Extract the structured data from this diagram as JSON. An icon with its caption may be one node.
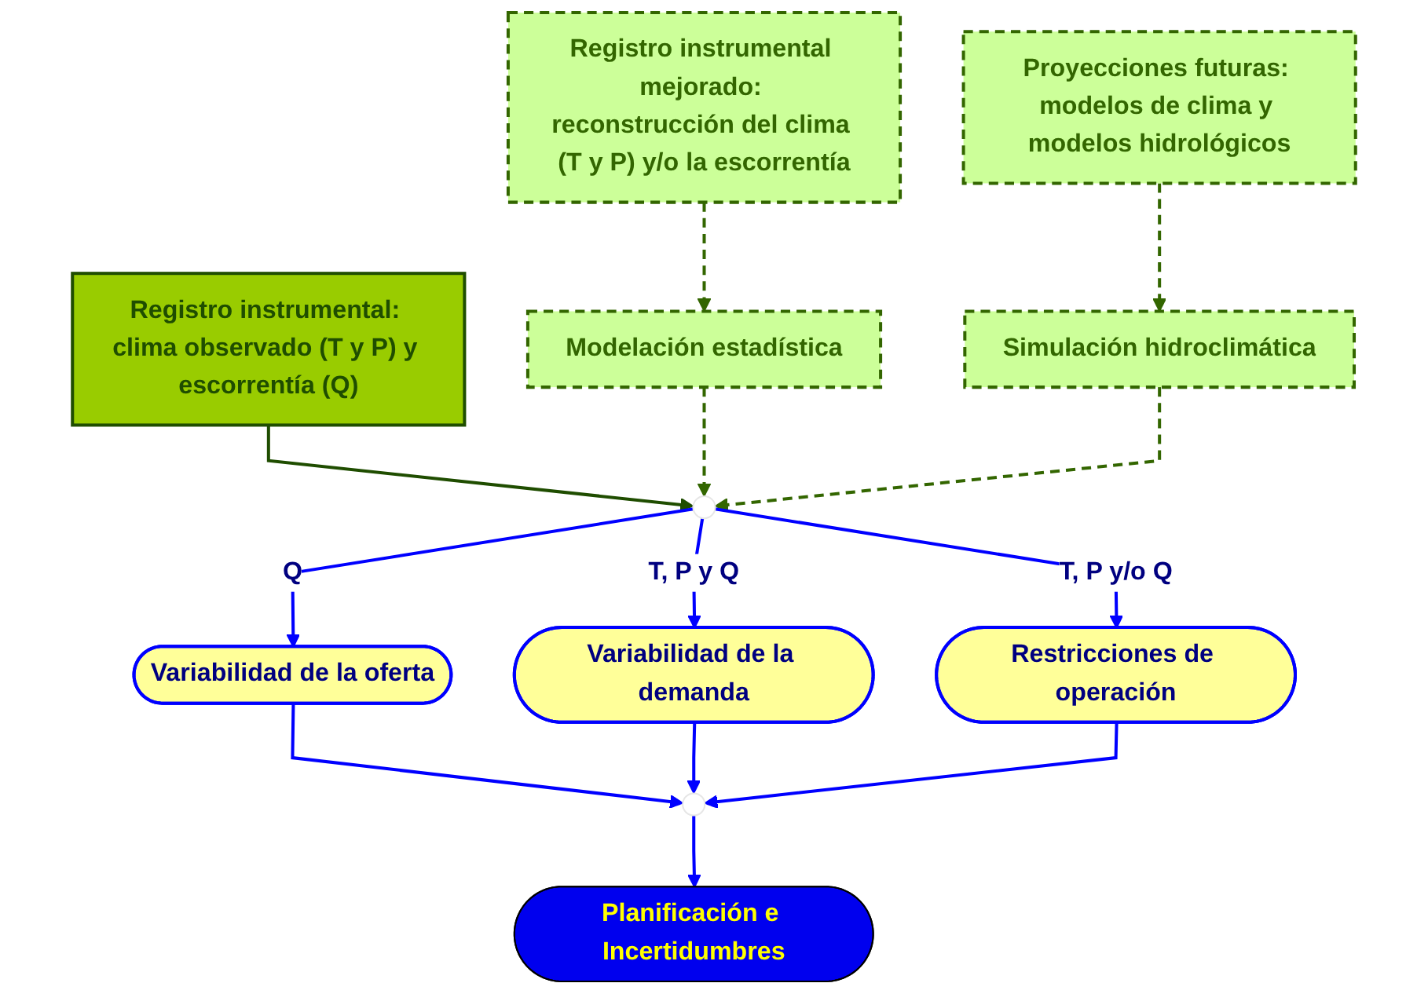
{
  "diagram": {
    "nodes": [
      {
        "text": [
          "Registro instrumental mejorado: reconstrucción del clima (T y P) y/o la escorrentía"
        ]
      },
      {
        "text": [
          "Registro instrumental: clima observado (T y P) y escorrentía (Q)"
        ]
      },
      {
        "text": [
          "Proyecciones futuras: modelos de clima y modelos hidrológicos"
        ]
      },
      {
        "text": [
          "Modelación estadística"
        ]
      },
      {
        "text": [],
        "shape": "circle"
      },
      {
        "text": [
          "Simulación hidroclimática"
        ]
      },
      {
        "text": [
          "Variabilidad de la oferta"
        ]
      },
      {
        "text": [
          "Variabilidad de la demanda"
        ]
      },
      {
        "text": [
          "Restricciones de operación"
        ]
      },
      {
        "text": [],
        "shape": "circle"
      },
      {
        "text": [
          "Planificación e Incertidumbres"
        ]
      }
    ],
    "edges": [
      {
        "from": 0,
        "to": 3,
        "arrow": "to",
        "style": "dashed",
        "color": "#336600"
      },
      {
        "from": 1,
        "to": 4,
        "arrow": "to",
        "color": "#1f4d00"
      },
      {
        "from": 2,
        "to": 5,
        "arrow": "to",
        "style": "dashed",
        "color": "#336600"
      },
      {
        "from": 3,
        "to": 4,
        "arrow": "to",
        "style": "dashed",
        "color": "#336600"
      },
      {
        "from": 5,
        "to": 4,
        "arrow": "to",
        "style": "dashed",
        "color": "#336600"
      },
      {
        "from": 4,
        "to": 6,
        "arrow": "to",
        "label": "Q"
      },
      {
        "from": 4,
        "to": 7,
        "arrow": "to",
        "label": "T, P y Q"
      },
      {
        "from": 4,
        "to": 8,
        "arrow": "to",
        "label": "T, P y/o Q"
      },
      {
        "from": 6,
        "to": 9,
        "arrow": "to"
      },
      {
        "from": 7,
        "to": 9,
        "arrow": "to"
      },
      {
        "from": 8,
        "to": 9,
        "arrow": "to"
      },
      {
        "from": 9,
        "to": 10,
        "arrow": "to"
      }
    ]
  }
}
